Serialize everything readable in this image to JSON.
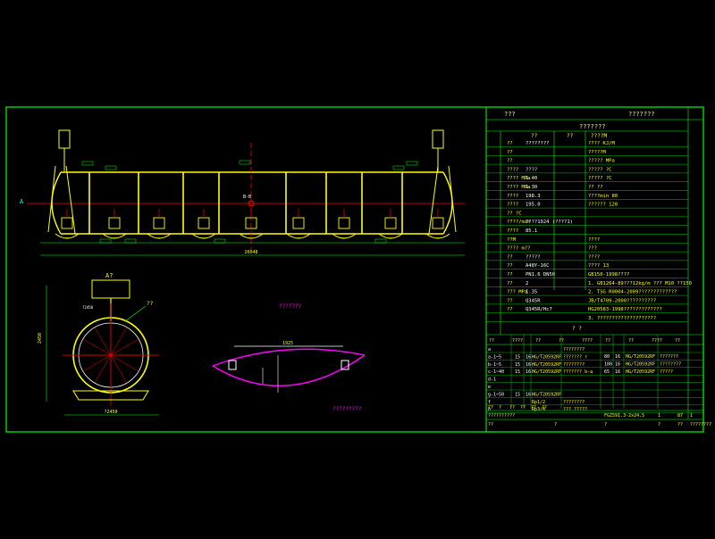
{
  "colors": {
    "frame": "#00ff00",
    "yellow": "#ffff00",
    "white": "#ffffff",
    "red": "#ff0000",
    "cyan": "#00ffff",
    "magenta": "#ff00ff"
  },
  "title_block": {
    "header_left": "???",
    "header_right": "???????",
    "subheader": "???????",
    "col_heads": [
      "??",
      "??",
      "????M"
    ],
    "rows": [
      {
        "label": "??",
        "value": "????????",
        "unit": "????  KJ/M"
      },
      {
        "label": "??",
        "value": "",
        "unit": "?????M"
      },
      {
        "label": "??",
        "value": "",
        "unit": "????? MPa"
      },
      {
        "label": "????",
        "value": "????",
        "unit": "?????  ?C"
      },
      {
        "label": "???? MPa",
        "value": "1.40",
        "unit": "????? ?C"
      },
      {
        "label": "???? MPa",
        "value": "1.30",
        "unit": "??  ??"
      },
      {
        "label": "????",
        "value": "198.3",
        "unit": "????min  80"
      },
      {
        "label": "????",
        "value": "195.0",
        "unit": "??????  120"
      },
      {
        "label": "?? ?C",
        "value": "",
        "unit": ""
      },
      {
        "label": "????/min",
        "value": "????1924 (????1)",
        "unit": ""
      },
      {
        "label": "????",
        "value": "85.1",
        "unit": ""
      },
      {
        "label": "??M",
        "value": "",
        "unit": "????"
      },
      {
        "label": "????  m??",
        "value": "",
        "unit": "???"
      },
      {
        "label": "??",
        "value": "?????",
        "unit": "????"
      },
      {
        "label": "??",
        "value": "A48Y-16C",
        "unit": "????  13"
      },
      {
        "label": "??",
        "value": "PN1.6  DN50",
        "unit": "GB150-1998????"
      },
      {
        "label": "??",
        "value": "2",
        "unit": "1. GB1264-89???12kg/m ??? M10 ??150"
      },
      {
        "label": "???  MPa",
        "value": "1.35",
        "unit": "2. TSG R0004-2009?????????????"
      },
      {
        "label": "??",
        "value": "Q345R",
        "unit": "JB/T4709-2000??????????"
      },
      {
        "label": "??",
        "value": "Q345R/Hc7",
        "unit": "HG20583-1998?????????????"
      },
      {
        "label": "",
        "value": "",
        "unit": "3. ????????????????????"
      }
    ],
    "notes_tail": "?  ?",
    "nozzle_header": [
      "??",
      "????",
      "??",
      "??",
      "????",
      "??",
      "??",
      "????",
      "??"
    ],
    "nozzles_left": [
      {
        "id": "a",
        "dn": "",
        "pn": "",
        "std": "",
        "use": "????????"
      },
      {
        "id": "a-1~5",
        "dn": "15",
        "pn": "16",
        "std": "HG/T20592RF",
        "use": "??????? r"
      },
      {
        "id": "b-1~5",
        "dn": "15",
        "pn": "16",
        "std": "HG/T20592RF",
        "use": "????????"
      },
      {
        "id": "c-1~40",
        "dn": "15",
        "pn": "16",
        "std": "HG/T20592RF",
        "use": "??????? b-a"
      },
      {
        "id": "d-1",
        "dn": "",
        "pn": "",
        "std": "",
        "use": ""
      },
      {
        "id": "e",
        "dn": "",
        "pn": "",
        "std": "",
        "use": ""
      },
      {
        "id": "g-1~50",
        "dn": "15",
        "pn": "16",
        "std": "HG/T20592RF",
        "use": ""
      },
      {
        "id": "f",
        "dn": "",
        "pn": "",
        "std": "Rp1/2",
        "use": "????????"
      },
      {
        "id": "h",
        "dn": "",
        "pn": "",
        "std": "Rp3/4",
        "use": "??? ?????"
      }
    ],
    "nozzles_right": [
      {
        "dn": "80",
        "pn": "16",
        "std": "HG/T20592RF",
        "use": "???????"
      },
      {
        "dn": "100",
        "pn": "16",
        "std": "HG/T20592RF",
        "use": "????????"
      },
      {
        "dn": "65",
        "pn": "16",
        "std": "HG/T20592RF",
        "use": "?????"
      }
    ],
    "bottom_rows": [
      [
        "??????????",
        "",
        "FGZ591.3-2x24.5",
        "1",
        "87",
        "1"
      ],
      [
        "??",
        "?",
        "?",
        "?",
        "??",
        "????????"
      ]
    ],
    "bottom_left_cells": [
      "??",
      "?",
      "??",
      "??",
      "??",
      "??"
    ]
  },
  "drawing": {
    "view_a_label": "A?",
    "view_a_callout": "??",
    "section_label": "???????",
    "detail_label": "?????????",
    "dim_total": "26048",
    "dim_dia": "?2450",
    "dim_width": "?2450",
    "dim_height": "2450",
    "dim_pitch": "1925",
    "left_tag": "A",
    "center_tag": "B-B"
  }
}
